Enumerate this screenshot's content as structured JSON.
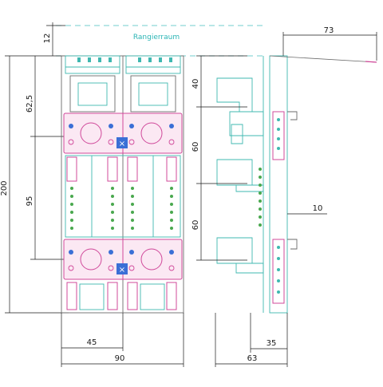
{
  "labels": {
    "rangierraum": "Rangierraum"
  },
  "dimensions": {
    "top_offset": "12",
    "height_upper": "62,5",
    "height_total": "200",
    "height_middle": "95",
    "spacing_1": "40",
    "spacing_2": "60",
    "spacing_3": "60",
    "depth_top": "73",
    "rail_offset": "10",
    "width_half": "45",
    "width_total": "90",
    "side_depth_inner": "35",
    "side_depth_outer": "63"
  },
  "colors": {
    "dimension": "#1a1a1a",
    "label": "#2bb5b5",
    "pink_frame": "#d0489a",
    "teal_body": "#3fb8b0",
    "green_terminal": "#49a84e"
  }
}
